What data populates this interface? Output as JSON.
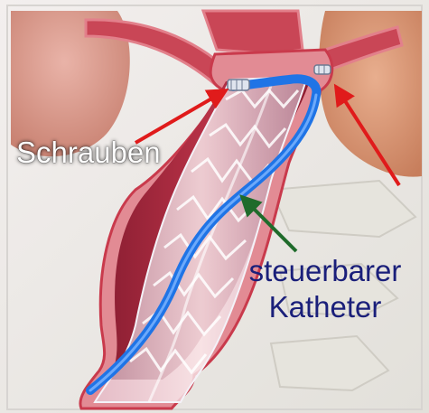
{
  "labels": {
    "screws": "Schrauben",
    "catheter_line1": "steuerbarer",
    "catheter_line2": "Katheter"
  },
  "colors": {
    "screw_arrows": "#e01b1b",
    "catheter_arrow": "#1f6b2b",
    "catheter": "#1f74e6",
    "catheter_text": "#1a1f7a",
    "aorta_wall": "#c93a4c"
  }
}
